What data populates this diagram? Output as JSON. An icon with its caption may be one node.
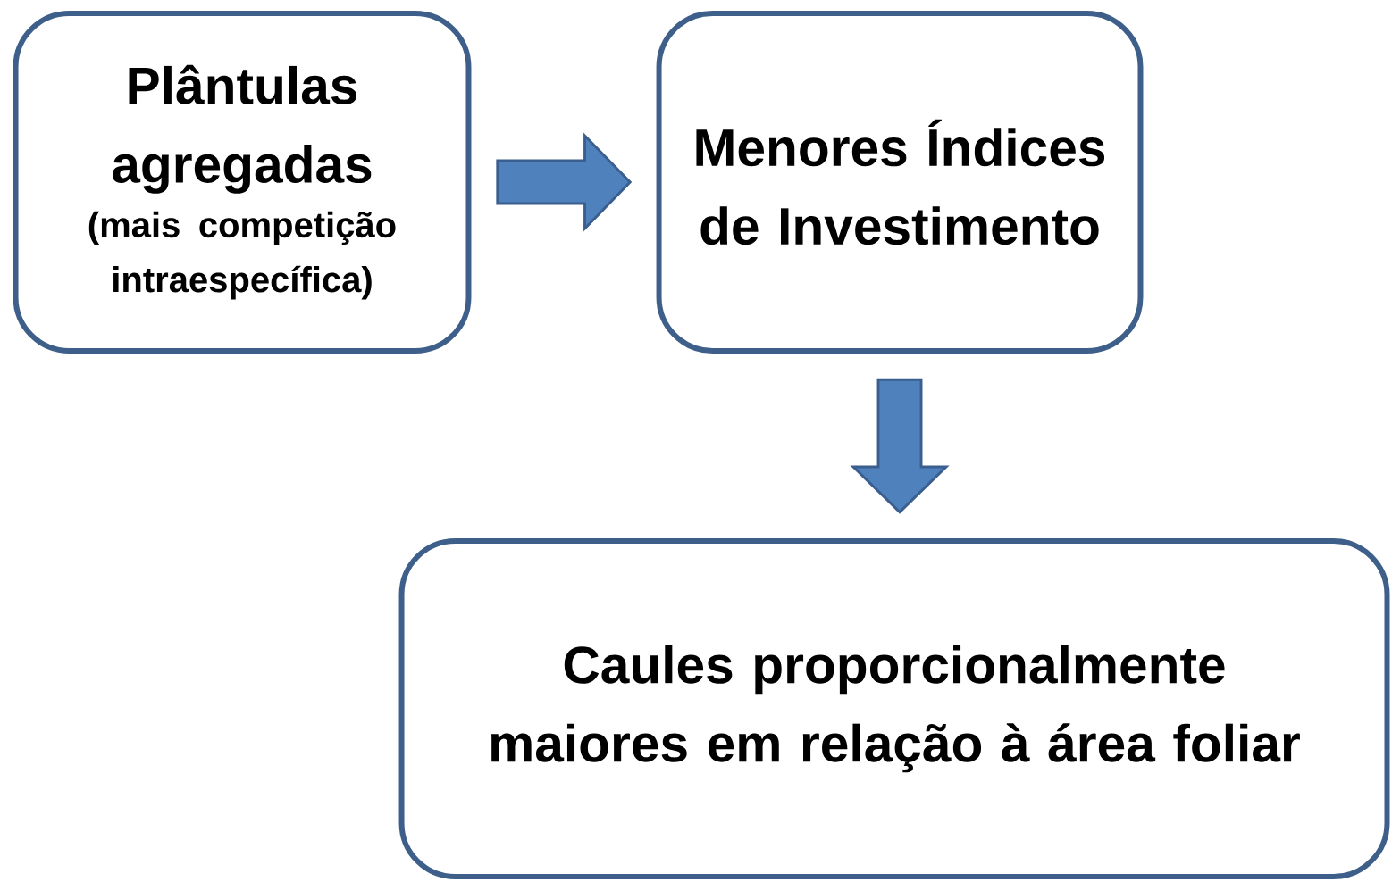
{
  "diagram": {
    "nodes": [
      {
        "text": [
          "Plântulas agregadas",
          "(mais competição intraespecífica)"
        ]
      },
      {
        "text": [
          "Menores Índices de Investimento"
        ]
      },
      {
        "text": [
          "Caules proporcionalmente maiores em relação à área foliar"
        ]
      }
    ],
    "edges": [
      {
        "from": 0,
        "to": 1,
        "arrow": "to"
      },
      {
        "from": 1,
        "to": 2,
        "arrow": "to"
      }
    ]
  }
}
